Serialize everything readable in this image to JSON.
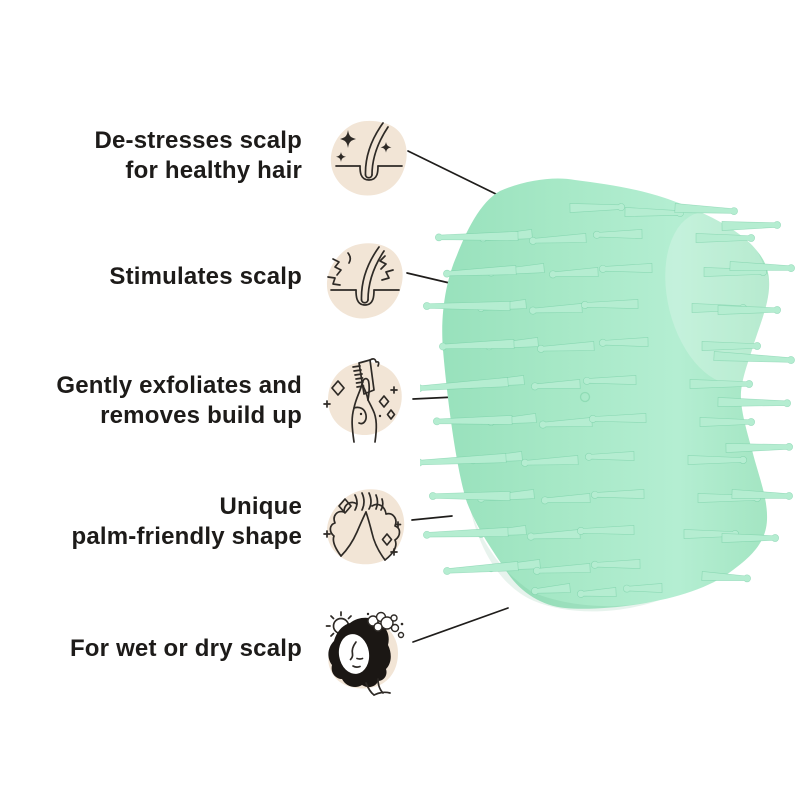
{
  "style": {
    "background": "#FFFFFF",
    "text_color": "#1D1B19",
    "icon_background": "#F2E5D6",
    "leader_line_color": "#1F1D1B"
  },
  "product": {
    "description": "Mint green scalp exfoliator and massager brush with flexible rounded-tip bristles",
    "body_color": "#A6E8C5",
    "bristle_color": "#B5EDD1",
    "shadow_color": "#8BDCB2"
  },
  "callouts": [
    {
      "icon": "hair-follicle-sparkle-icon",
      "lines": [
        "De-stresses scalp",
        "for healthy hair"
      ]
    },
    {
      "icon": "hair-follicle-stimulate-icon",
      "lines": [
        "Stimulates scalp"
      ]
    },
    {
      "icon": "hand-holding-comb-icon",
      "lines": [
        "Gently exfoliates and",
        "removes build up"
      ]
    },
    {
      "icon": "interlocked-hands-icon",
      "lines": [
        "Unique",
        "palm-friendly shape"
      ]
    },
    {
      "icon": "woman-lathering-hair-icon",
      "lines": [
        "For wet or dry scalp"
      ]
    }
  ]
}
